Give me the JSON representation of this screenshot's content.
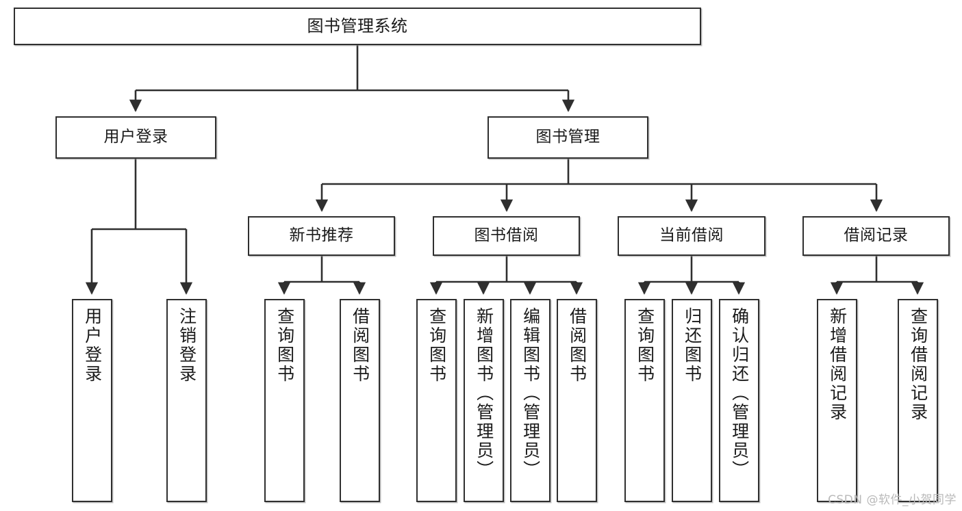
{
  "diagram": {
    "type": "tree",
    "title": "图书管理系统",
    "watermark": "CSDN @软件_小贺同学",
    "colors": {
      "node_border": "#2f2f2f",
      "node_fill": "#ffffff",
      "edge": "#2f2f2f",
      "text": "#1a1a1a",
      "watermark": "#b9b9b9"
    },
    "nodes": {
      "root": {
        "label": "图书管理系统",
        "orientation": "horizontal",
        "level": 1
      },
      "user_login": {
        "label": "用户登录",
        "orientation": "horizontal",
        "level": 2
      },
      "book_mgmt": {
        "label": "图书管理",
        "orientation": "horizontal",
        "level": 2
      },
      "new_book_rec": {
        "label": "新书推荐",
        "orientation": "horizontal",
        "level": 3
      },
      "book_borrow": {
        "label": "图书借阅",
        "orientation": "horizontal",
        "level": 3
      },
      "current_borrow": {
        "label": "当前借阅",
        "orientation": "horizontal",
        "level": 3
      },
      "borrow_record": {
        "label": "借阅记录",
        "orientation": "horizontal",
        "level": 3
      },
      "leaf_user_login": {
        "label": "用户登录",
        "orientation": "vertical",
        "level": 4
      },
      "leaf_logout": {
        "label": "注销登录",
        "orientation": "vertical",
        "level": 4
      },
      "leaf_query_book_rec": {
        "label": "查询图书",
        "orientation": "vertical",
        "level": 4
      },
      "leaf_borrow_book_rec": {
        "label": "借阅图书",
        "orientation": "vertical",
        "level": 4
      },
      "leaf_query_book_bb": {
        "label": "查询图书",
        "orientation": "vertical",
        "level": 4
      },
      "leaf_add_book": {
        "label": "新增图书（管理员）",
        "orientation": "vertical",
        "level": 4
      },
      "leaf_edit_book": {
        "label": "编辑图书（管理员）",
        "orientation": "vertical",
        "level": 4
      },
      "leaf_borrow_book_bb": {
        "label": "借阅图书",
        "orientation": "vertical",
        "level": 4
      },
      "leaf_query_book_cb": {
        "label": "查询图书",
        "orientation": "vertical",
        "level": 4
      },
      "leaf_return_book": {
        "label": "归还图书",
        "orientation": "vertical",
        "level": 4
      },
      "leaf_confirm_return": {
        "label": "确认归还（管理员）",
        "orientation": "vertical",
        "level": 4
      },
      "leaf_add_record": {
        "label": "新增借阅记录",
        "orientation": "vertical",
        "level": 4
      },
      "leaf_query_record": {
        "label": "查询借阅记录",
        "orientation": "vertical",
        "level": 4
      }
    },
    "edges": [
      {
        "from": "root",
        "to": "user_login"
      },
      {
        "from": "root",
        "to": "book_mgmt"
      },
      {
        "from": "user_login",
        "to": "leaf_user_login"
      },
      {
        "from": "user_login",
        "to": "leaf_logout"
      },
      {
        "from": "book_mgmt",
        "to": "new_book_rec"
      },
      {
        "from": "book_mgmt",
        "to": "book_borrow"
      },
      {
        "from": "book_mgmt",
        "to": "current_borrow"
      },
      {
        "from": "book_mgmt",
        "to": "borrow_record"
      },
      {
        "from": "new_book_rec",
        "to": "leaf_query_book_rec"
      },
      {
        "from": "new_book_rec",
        "to": "leaf_borrow_book_rec"
      },
      {
        "from": "book_borrow",
        "to": "leaf_query_book_bb"
      },
      {
        "from": "book_borrow",
        "to": "leaf_add_book"
      },
      {
        "from": "book_borrow",
        "to": "leaf_edit_book"
      },
      {
        "from": "book_borrow",
        "to": "leaf_borrow_book_bb"
      },
      {
        "from": "current_borrow",
        "to": "leaf_query_book_cb"
      },
      {
        "from": "current_borrow",
        "to": "leaf_return_book"
      },
      {
        "from": "current_borrow",
        "to": "leaf_confirm_return"
      },
      {
        "from": "borrow_record",
        "to": "leaf_add_record"
      },
      {
        "from": "borrow_record",
        "to": "leaf_query_record"
      }
    ]
  }
}
